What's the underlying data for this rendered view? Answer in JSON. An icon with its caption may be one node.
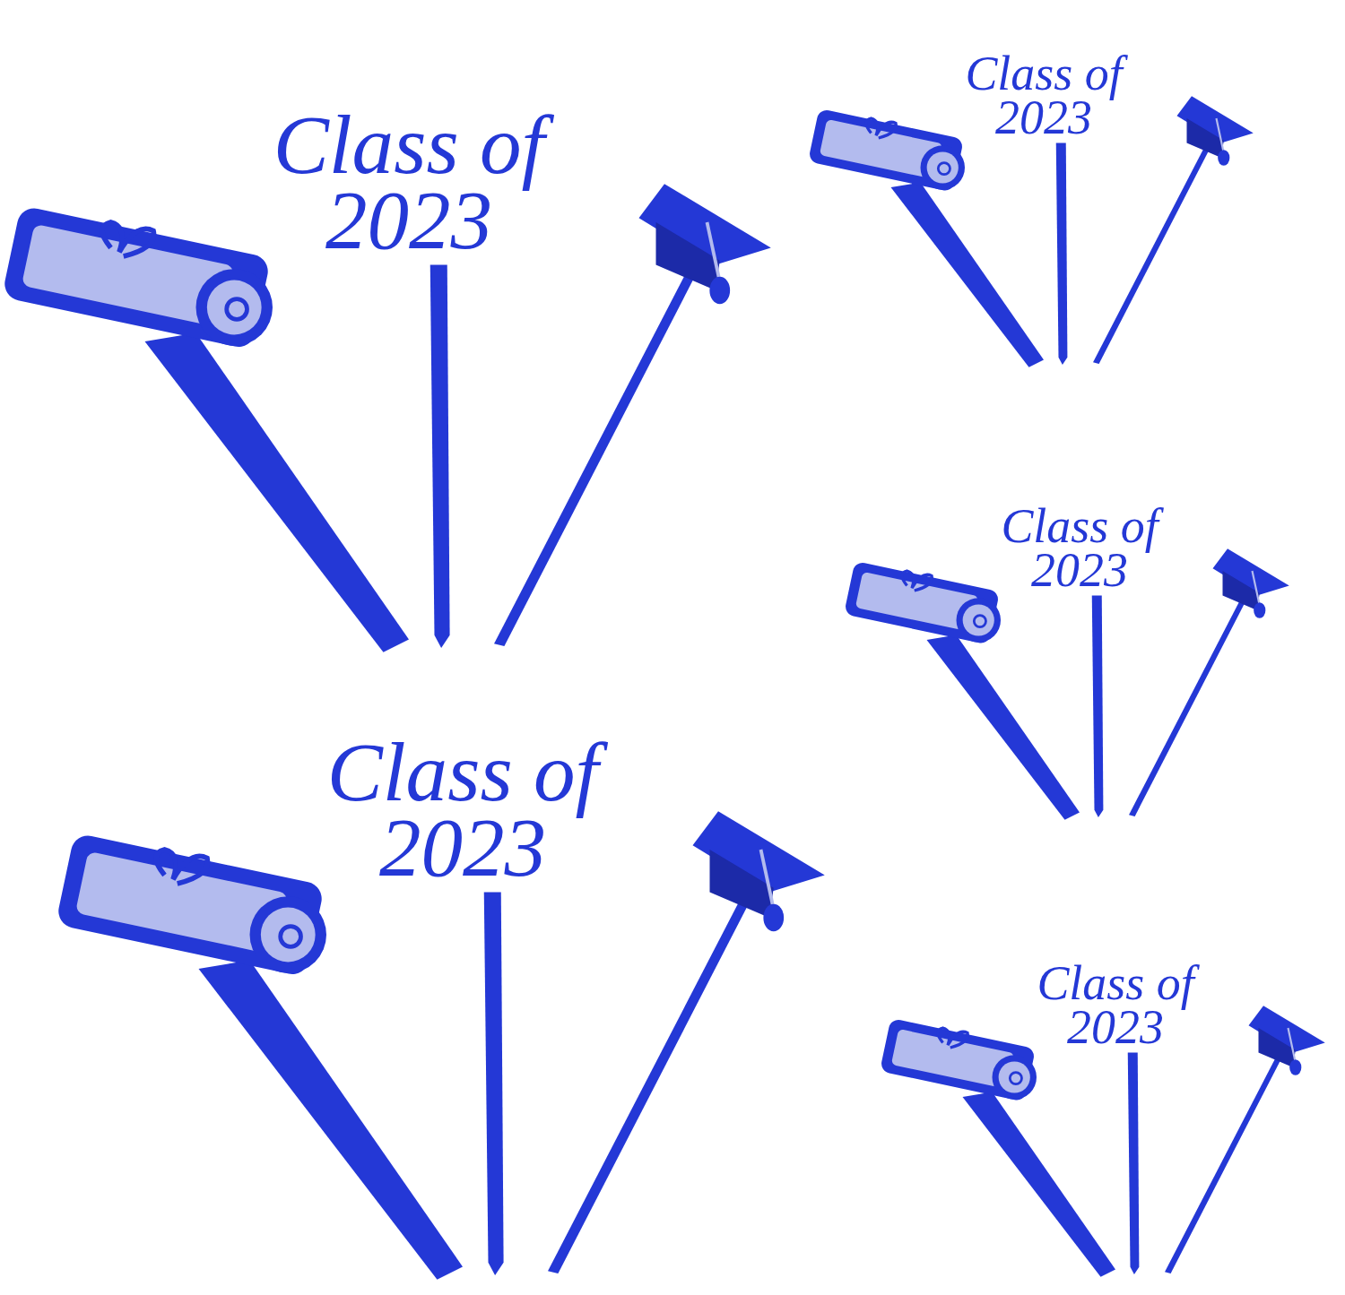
{
  "diagram": {
    "labels": [
      "Class of 2023",
      "Class of 2023",
      "Class of 2023",
      "Class of 2023",
      "Class of 2023"
    ]
  }
}
